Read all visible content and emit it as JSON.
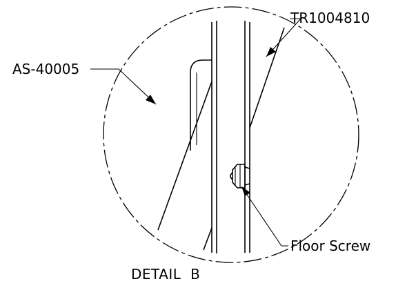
{
  "labels": {
    "left_part": "AS-40005",
    "right_part": "TR1004810",
    "fastener": "Floor Screw"
  },
  "detail_title": "DETAIL  B",
  "colors": {
    "line": "#000000",
    "background": "#ffffff"
  }
}
